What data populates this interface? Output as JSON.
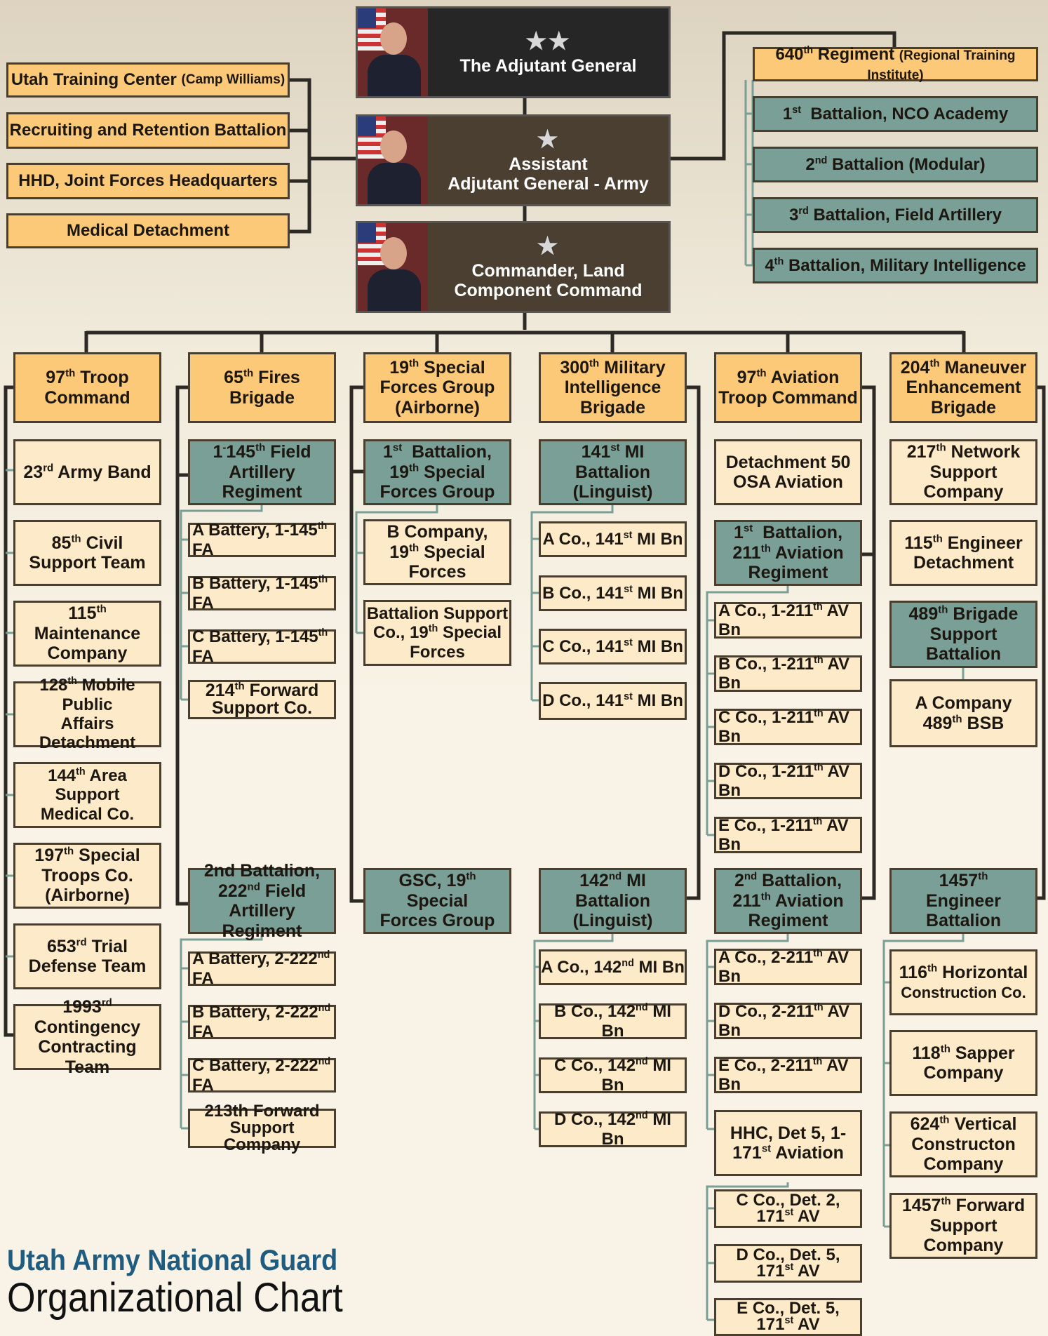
{
  "executives": {
    "adjutant": {
      "stars": "★★",
      "title": "The Adjutant General"
    },
    "assistant": {
      "stars": "★",
      "line1": "Assistant",
      "line2": "Adjutant General - Army"
    },
    "commander": {
      "stars": "★",
      "line1": "Commander, Land",
      "line2": "Component Command"
    }
  },
  "left_staff": [
    {
      "name": "Utah Training Center",
      "note": "(Camp Williams)"
    },
    {
      "name": "Recruiting and Retention Battalion"
    },
    {
      "name": "HHD, Joint Forces Headquarters"
    },
    {
      "name": "Medical Detachment"
    }
  ],
  "regiment_640": {
    "head": {
      "num": "640",
      "suf": "th",
      "name": "Regiment",
      "note": "(Regional Training Institute)"
    },
    "battalions": [
      {
        "num": "1",
        "suf": "st",
        "rest": "Battalion, NCO Academy"
      },
      {
        "num": "2",
        "suf": "nd",
        "rest": "Battalion (Modular)"
      },
      {
        "num": "3",
        "suf": "rd",
        "rest": "Battalion, Field Artillery"
      },
      {
        "num": "4",
        "suf": "th",
        "rest": "Battalion, Military Intelligence"
      }
    ]
  },
  "commands": {
    "c1": {
      "l1n": "97",
      "l1s": "th",
      "l1r": "Troop",
      "l2": "Command"
    },
    "c2": {
      "l1n": "65",
      "l1s": "th",
      "l1r": "Fires Brigade"
    },
    "c3": {
      "l1n": "19",
      "l1s": "th",
      "l1r": "Special",
      "l2": "Forces Group",
      "l3": "(Airborne)"
    },
    "c4": {
      "l1n": "300",
      "l1s": "th",
      "l1r": "Military",
      "l2": "Intelligence",
      "l3": "Brigade"
    },
    "c5": {
      "l1n": "97",
      "l1s": "th",
      "l1r": "Aviation",
      "l2": "Troop Command"
    },
    "c6": {
      "l1n": "204",
      "l1s": "th",
      "l1r": "Maneuver",
      "l2": "Enhancement",
      "l3": "Brigade"
    }
  },
  "col1_units": [
    {
      "a": "23",
      "s": "rd",
      "b": "Army Band"
    },
    {
      "a": "85",
      "s": "th",
      "b": "Civil",
      "c": "Support Team"
    },
    {
      "a": "115",
      "s": "th",
      "c": "Maintenance",
      "d": "Company"
    },
    {
      "a": "128",
      "s": "th",
      "b": "Mobile Public",
      "c": "Affairs Detachment"
    },
    {
      "a": "144",
      "s": "th",
      "b": "Area Support",
      "c": "Medical Co."
    },
    {
      "a": "197",
      "s": "th",
      "b": "Special",
      "c": "Troops Co.",
      "d": "(Airborne)"
    },
    {
      "a": "653",
      "s": "rd",
      "b": "Trial",
      "c": "Defense Team"
    },
    {
      "a": "1993",
      "s": "rd",
      "c": "Contingency",
      "d": "Contracting Team"
    }
  ],
  "col2": {
    "bn1": {
      "pre": "1",
      "mid": "-",
      "num": "145",
      "suf": "th",
      "rest": "Field",
      "l2": "Artillery Regiment"
    },
    "bn1_units": [
      {
        "a": "A Battery, 1-145",
        "s": "th",
        "b": "FA"
      },
      {
        "a": "B Battery, 1-145",
        "s": "th",
        "b": "FA"
      },
      {
        "a": "C Battery, 1-145",
        "s": "th",
        "b": "FA"
      },
      {
        "a": "214",
        "s": "th",
        "b": "Forward",
        "c": "Support Co."
      }
    ],
    "bn2": {
      "l1": "2nd Battalion,",
      "num": "222",
      "suf": "nd",
      "rest": "Field",
      "l3": "Artillery Regiment"
    },
    "bn2_units": [
      {
        "a": "A Battery, 2-222",
        "s": "nd",
        "b": "FA"
      },
      {
        "a": "B Battery, 2-222",
        "s": "nd",
        "b": "FA"
      },
      {
        "a": "C Battery, 2-222",
        "s": "nd",
        "b": "FA"
      },
      {
        "a": "213th Forward",
        "c": "Support Company"
      }
    ]
  },
  "col3": {
    "bn1": {
      "num": "1",
      "suf": "st",
      "rest": "Battalion,",
      "l2n": "19",
      "l2s": "th",
      "l2r": "Special",
      "l3": "Forces Group"
    },
    "units": [
      {
        "a": "B Company,",
        "bn": "19",
        "bs": "th",
        "br": "Special",
        "c": "Forces"
      },
      {
        "a": "Battalion Support",
        "bpre": "Co., ",
        "bn": "19",
        "bs": "th",
        "br": "Special",
        "c": "Forces"
      }
    ],
    "gsc": {
      "l1": "GSC, 19",
      "l1s": "th",
      "l2": "Special",
      "l3": "Forces Group"
    }
  },
  "col4": {
    "bn1": {
      "num": "141",
      "suf": "st",
      "rest": "MI",
      "l2": "Battalion",
      "l3": "(Linguist)"
    },
    "bn1_units": [
      {
        "a": "A Co., 141",
        "s": "st",
        "b": "MI Bn"
      },
      {
        "a": "B Co., 141",
        "s": "st",
        "b": "MI Bn"
      },
      {
        "a": "C Co., 141",
        "s": "st",
        "b": "MI Bn"
      },
      {
        "a": "D Co., 141",
        "s": "st",
        "b": "MI Bn"
      }
    ],
    "bn2": {
      "num": "142",
      "suf": "nd",
      "rest": "MI",
      "l2": "Battalion",
      "l3": "(Linguist)"
    },
    "bn2_units": [
      {
        "a": "A Co., 142",
        "s": "nd",
        "b": "MI Bn"
      },
      {
        "a": "B Co., 142",
        "s": "nd",
        "b": "MI Bn"
      },
      {
        "a": "C Co., 142",
        "s": "nd",
        "b": "MI Bn"
      },
      {
        "a": "D Co., 142",
        "s": "nd",
        "b": "MI Bn"
      }
    ]
  },
  "col5": {
    "det50": {
      "l1": "Detachment 50",
      "l2": "OSA Aviation"
    },
    "bn1": {
      "num": "1",
      "suf": "st",
      "rest": "Battalion,",
      "l2n": "211",
      "l2s": "th",
      "l2r": "Aviation",
      "l3": "Regiment"
    },
    "bn1_units": [
      {
        "a": "A Co., 1-211",
        "s": "th",
        "b": "AV Bn"
      },
      {
        "a": "B Co., 1-211",
        "s": "th",
        "b": "AV Bn"
      },
      {
        "a": "C Co., 1-211",
        "s": "th",
        "b": "AV Bn"
      },
      {
        "a": "D Co., 1-211",
        "s": "th",
        "b": "AV Bn"
      },
      {
        "a": "E Co., 1-211",
        "s": "th",
        "b": "AV Bn"
      }
    ],
    "bn2": {
      "num": "2",
      "suf": "nd",
      "rest": "Battalion,",
      "l2n": "211",
      "l2s": "th",
      "l2r": "Aviation",
      "l3": "Regiment"
    },
    "bn2_units": [
      {
        "a": "A Co., 2-211",
        "s": "th",
        "b": "AV Bn"
      },
      {
        "a": "D Co., 2-211",
        "s": "th",
        "b": "AV Bn"
      },
      {
        "a": "E Co., 2-211",
        "s": "th",
        "b": "AV Bn"
      }
    ],
    "hhc": {
      "l1": "HHC, Det 5, 1-",
      "l2n": "171",
      "l2s": "st",
      "l2r": "Aviation"
    },
    "hhc_units": [
      {
        "a": "C Co., Det. 2,",
        "bn": "171",
        "bs": "st",
        "br": "AV"
      },
      {
        "a": "D Co., Det. 5,",
        "bn": "171",
        "bs": "st",
        "br": "AV"
      },
      {
        "a": "E Co., Det. 5,",
        "bn": "171",
        "bs": "st",
        "br": "AV"
      }
    ]
  },
  "col6": {
    "u1": {
      "a": "217",
      "s": "th",
      "b": "Network",
      "c": "Support Company"
    },
    "u2": {
      "a": "115",
      "s": "th",
      "b": "Engineer",
      "c": "Detachment"
    },
    "bsb": {
      "a": "489",
      "s": "th",
      "b": "Brigade",
      "c": "Support Battalion"
    },
    "bsb_unit": {
      "a": "A Company",
      "bn": "489",
      "bs": "th",
      "br": "BSB"
    },
    "eng": {
      "a": "1457",
      "s": "th",
      "c": "Engineer",
      "d": "Battalion"
    },
    "eng_units": [
      {
        "a": "116",
        "s": "th",
        "b": "Horizontal",
        "c": "Construction Co."
      },
      {
        "a": "118",
        "s": "th",
        "b": "Sapper",
        "c": "Company"
      },
      {
        "a": "624",
        "s": "th",
        "b": "Vertical",
        "c": "Constructon",
        "d": "Company"
      },
      {
        "a": "1457",
        "s": "th",
        "b": "Forward",
        "c": "Support Company"
      }
    ]
  },
  "title": {
    "line1": "Utah Army National Guard",
    "line2": "Organizational Chart"
  }
}
